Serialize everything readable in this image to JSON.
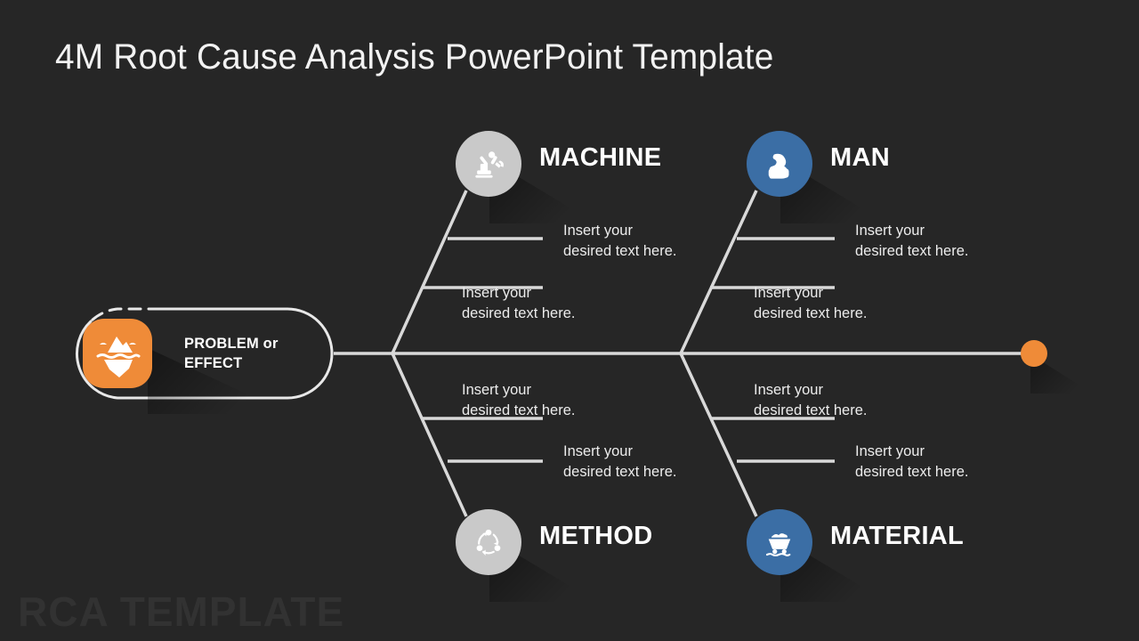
{
  "slide": {
    "title": "4M Root Cause Analysis PowerPoint Template",
    "watermark": "RCA TEMPLATE",
    "background_color": "#262626"
  },
  "colors": {
    "accent_orange": "#ef8b38",
    "node_blue": "#3b6ea5",
    "node_gray": "#c9c9c9",
    "bone_line": "#d9d9d9",
    "text_light": "#ececec",
    "watermark": "#323232"
  },
  "problem": {
    "label_line1": "PROBLEM  or",
    "label_line2": "EFFECT",
    "icon": "iceberg-icon",
    "tile_color": "#ef8b38"
  },
  "categories": [
    {
      "id": "machine",
      "label": "MACHINE",
      "icon": "robot-arm-icon",
      "color": "#c9c9c9",
      "position": "top-left"
    },
    {
      "id": "man",
      "label": "MAN",
      "icon": "bicep-icon",
      "color": "#3b6ea5",
      "position": "top-right"
    },
    {
      "id": "method",
      "label": "METHOD",
      "icon": "process-cycle-icon",
      "color": "#c9c9c9",
      "position": "bottom-left"
    },
    {
      "id": "material",
      "label": "MATERIAL",
      "icon": "mine-cart-icon",
      "color": "#3b6ea5",
      "position": "bottom-right"
    }
  ],
  "branches": [
    {
      "id": "machine-1",
      "text": "Insert your\ndesired text here.",
      "category": "machine"
    },
    {
      "id": "machine-2",
      "text": "Insert your\ndesired text here.",
      "category": "machine"
    },
    {
      "id": "man-1",
      "text": "Insert your\ndesired text here.",
      "category": "man"
    },
    {
      "id": "man-2",
      "text": "Insert your\ndesired text here.",
      "category": "man"
    },
    {
      "id": "method-1",
      "text": "Insert your\ndesired text here.",
      "category": "method"
    },
    {
      "id": "method-2",
      "text": "Insert your\ndesired text here.",
      "category": "method"
    },
    {
      "id": "material-1",
      "text": "Insert your\ndesired text here.",
      "category": "material"
    },
    {
      "id": "material-2",
      "text": "Insert your\ndesired text here.",
      "category": "material"
    }
  ],
  "endcap": {
    "name": "spine-end-dot",
    "color": "#ef8b38"
  }
}
